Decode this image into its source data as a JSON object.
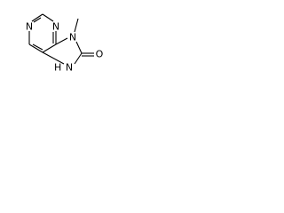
{
  "structure": {
    "atoms": {
      "n_top": "N",
      "n_left": "N",
      "n9": "N",
      "nh": "N",
      "h_on_n7": "H",
      "oxygen": "O"
    },
    "methyl_group_visible": true
  },
  "colors": {
    "background": "#ffffff",
    "ink": "#000000"
  }
}
